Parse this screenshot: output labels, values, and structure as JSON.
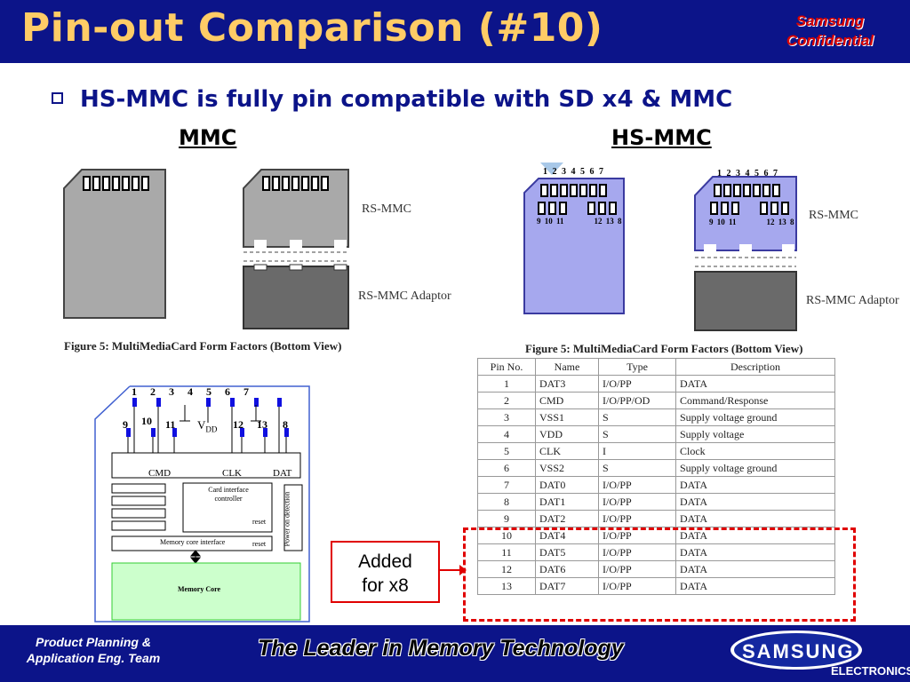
{
  "header": {
    "title": "Pin-out Comparison (#10)",
    "confidential_line1": "Samsung",
    "confidential_line2": "Confidential"
  },
  "bullet": "HS-MMC is fully pin compatible with SD x4 & MMC",
  "sections": {
    "left": "MMC",
    "right": "HS-MMC"
  },
  "card_labels": {
    "rs_mmc": "RS-MMC",
    "rs_mmc_adaptor": "RS-MMC Adaptor"
  },
  "figure_caption": "Figure 5: MultiMediaCard Form Factors (Bottom View)",
  "hs_pins_top": [
    "1",
    "2",
    "3",
    "4",
    "5",
    "6",
    "7"
  ],
  "hs_pins_bottom": [
    "9",
    "10",
    "11",
    "12",
    "13",
    "8"
  ],
  "block_diagram": {
    "pins_top": [
      "1",
      "2",
      "3",
      "4",
      "5",
      "6",
      "7"
    ],
    "pins_lower": [
      "9",
      "10",
      "11",
      "12",
      "13",
      "8"
    ],
    "vdd": "V",
    "vdd_sub": "DD",
    "bus": [
      "CMD",
      "CLK",
      "DAT"
    ],
    "controller": "Card interface controller",
    "reset": "reset",
    "power": "Power on detection",
    "core_interface": "Memory core interface",
    "core": "Memory Core"
  },
  "table": {
    "headers": [
      "Pin No.",
      "Name",
      "Type",
      "Description"
    ],
    "rows": [
      [
        "1",
        "DAT3",
        "I/O/PP",
        "DATA"
      ],
      [
        "2",
        "CMD",
        "I/O/PP/OD",
        "Command/Response"
      ],
      [
        "3",
        "VSS1",
        "S",
        "Supply voltage ground"
      ],
      [
        "4",
        "VDD",
        "S",
        "Supply voltage"
      ],
      [
        "5",
        "CLK",
        "I",
        "Clock"
      ],
      [
        "6",
        "VSS2",
        "S",
        "Supply voltage ground"
      ],
      [
        "7",
        "DAT0",
        "I/O/PP",
        "DATA"
      ],
      [
        "8",
        "DAT1",
        "I/O/PP",
        "DATA"
      ],
      [
        "9",
        "DAT2",
        "I/O/PP",
        "DATA"
      ],
      [
        "10",
        "DAT4",
        "I/O/PP",
        "DATA"
      ],
      [
        "11",
        "DAT5",
        "I/O/PP",
        "DATA"
      ],
      [
        "12",
        "DAT6",
        "I/O/PP",
        "DATA"
      ],
      [
        "13",
        "DAT7",
        "I/O/PP",
        "DATA"
      ]
    ]
  },
  "added_note_line1": "Added",
  "added_note_line2": "for x8",
  "footer": {
    "left_line1": "Product Planning  &",
    "left_line2": "Application Eng. Team",
    "tagline": "The Leader in Memory Technology",
    "logo": "SAMSUNG",
    "logo_sub": "ELECTRONICS"
  },
  "colors": {
    "navy": "#0c1489",
    "gold": "#ffcc66",
    "red": "#e00000",
    "card_gray": "#a9a9a9",
    "card_blue": "#a6a8ee",
    "core_green": "#ccffcc"
  }
}
